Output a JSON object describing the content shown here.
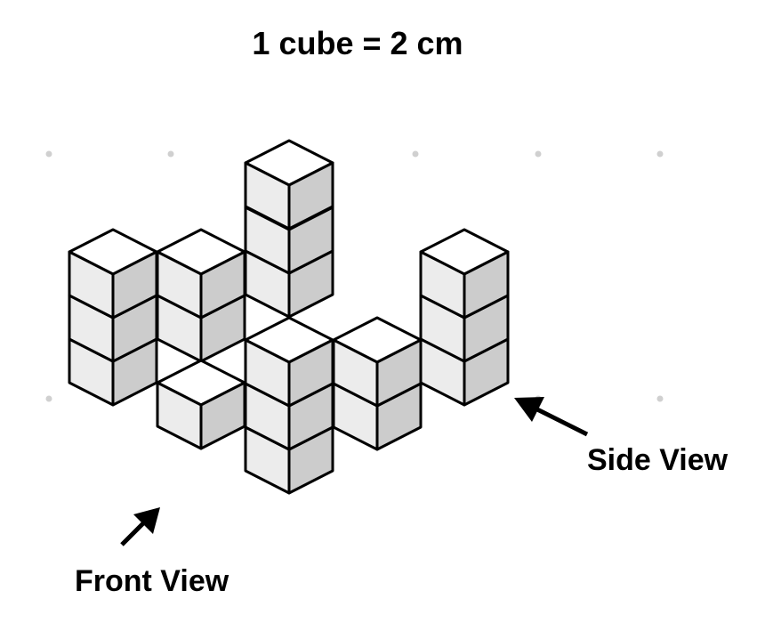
{
  "title": "1 cube = 2 cm",
  "labels": {
    "side_view": "Side View",
    "front_view": "Front View"
  },
  "colors": {
    "top": "#ffffff",
    "left": "#ececec",
    "right": "#cccccc",
    "edge": "#000000",
    "dot": "#d0d0d0"
  },
  "structure": {
    "columns_cube_counts": [
      3,
      3,
      2,
      1,
      3,
      2,
      3
    ],
    "total_cubes": 17
  }
}
